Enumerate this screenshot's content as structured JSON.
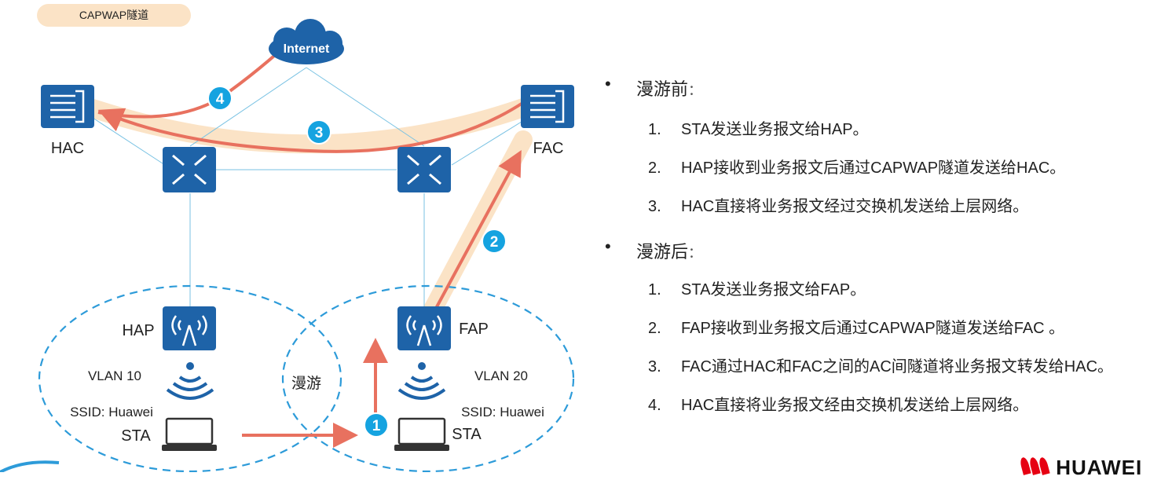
{
  "tag": {
    "label": "CAPWAP隧道"
  },
  "diagram": {
    "internet_label": "Internet",
    "hac_label": "HAC",
    "fac_label": "FAC",
    "hap_label": "HAP",
    "fap_label": "FAP",
    "vlan_left": "VLAN 10",
    "vlan_right": "VLAN 20",
    "ssid_left": "SSID: Huawei",
    "ssid_right": "SSID: Huawei",
    "sta_left": "STA",
    "sta_right": "STA",
    "roam_label": "漫游",
    "steps": [
      "1",
      "2",
      "3",
      "4"
    ],
    "colors": {
      "accent_line": "#e8715f",
      "highlight": "#fbe3c6",
      "device": "#1e63a8",
      "badge": "#15a3e0",
      "ellipse": "#2d9bd9",
      "link": "#79c2e3"
    }
  },
  "notes": {
    "before": {
      "title": "漫游前",
      "colon": "：",
      "items": [
        "STA发送业务报文给HAP。",
        "HAP接收到业务报文后通过CAPWAP隧道发送给HAC。",
        "HAC直接将业务报文经过交换机发送给上层网络。"
      ]
    },
    "after": {
      "title": "漫游后",
      "colon": "：",
      "items": [
        "STA发送业务报文给FAP。",
        "FAP接收到业务报文后通过CAPWAP隧道发送给FAC 。",
        "FAC通过HAC和FAC之间的AC间隧道将业务报文转发给HAC。",
        "HAC直接将业务报文经由交换机发送给上层网络。"
      ]
    }
  },
  "logo": {
    "text": "HUAWEI"
  }
}
